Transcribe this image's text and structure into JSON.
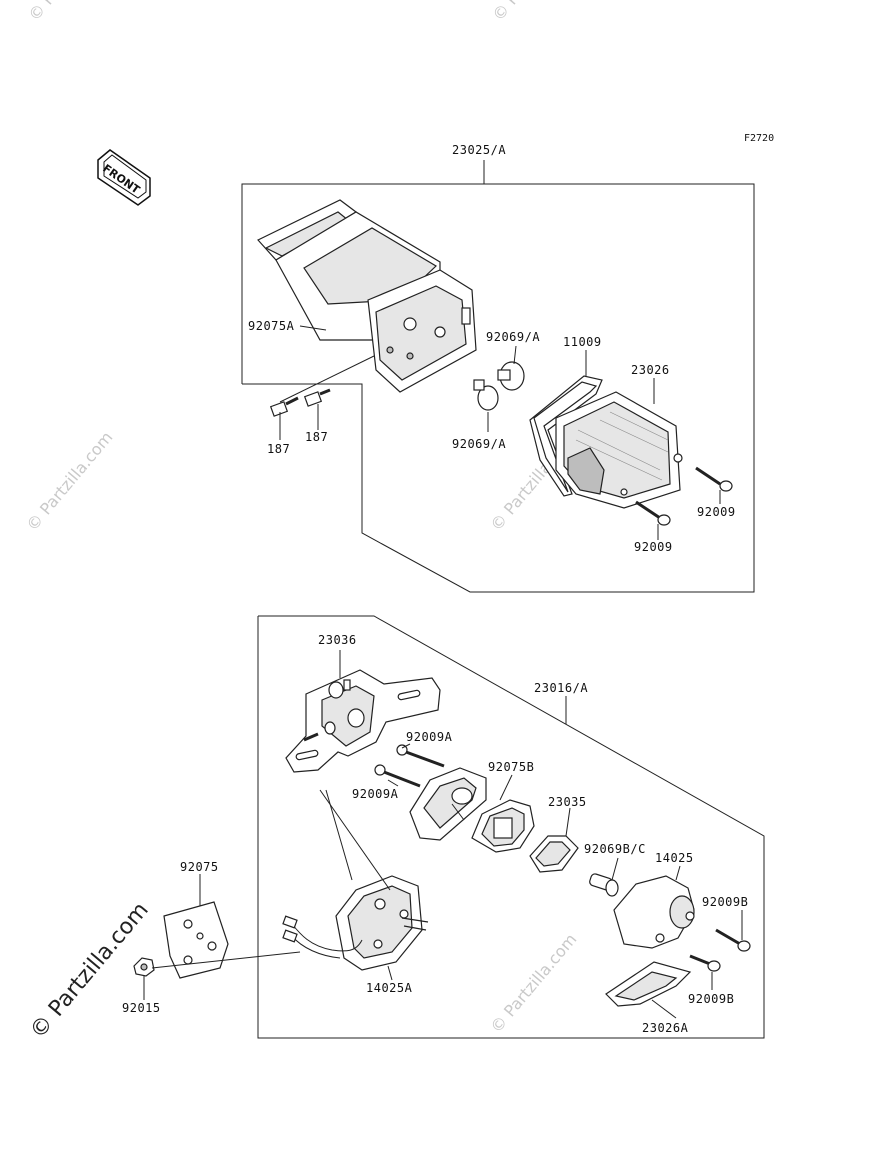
{
  "figure_id": "F2720",
  "front_label": "FRONT",
  "watermarks": {
    "small": "© Partzilla.com",
    "large": "© Partzilla.com"
  },
  "parts": {
    "p23025A": "23025/A",
    "p92075A": "92075A",
    "p92069A_top": "92069/A",
    "p11009": "11009",
    "p23026": "23026",
    "p187_left": "187",
    "p187_right": "187",
    "p92069A_bottom": "92069/A",
    "p92009_right": "92009",
    "p92009_bottom": "92009",
    "p23036": "23036",
    "p23016A": "23016/A",
    "p92009A_top": "92009A",
    "p92075B": "92075B",
    "p92009A_mid": "92009A",
    "p23035": "23035",
    "p92069BC": "92069B/C",
    "p14025": "14025",
    "p92075": "92075",
    "p92009B_top": "92009B",
    "p92015": "92015",
    "p14025A": "14025A",
    "p92009B_bottom": "92009B",
    "p23026A": "23026A"
  }
}
